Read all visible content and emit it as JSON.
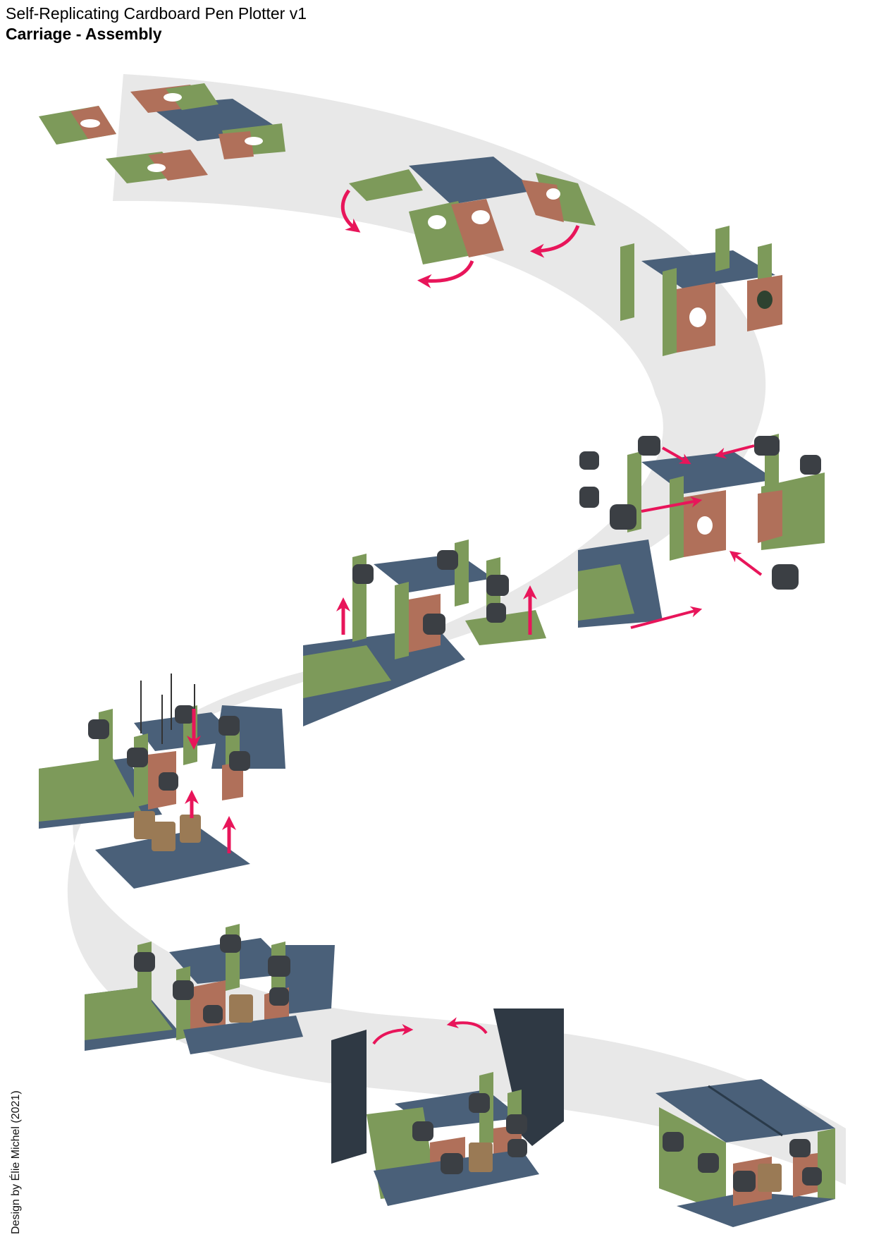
{
  "header": {
    "title": "Self-Replicating Cardboard Pen Plotter v1",
    "subtitle": "Carriage - Assembly"
  },
  "footer": {
    "credit": "Design by Élie Michel (2021)"
  },
  "colors": {
    "path_band": "#e8e8e8",
    "panel_blue": "#4a6079",
    "panel_green": "#7d9a5a",
    "panel_copper": "#b0705a",
    "bearing": "#3b3f44",
    "spacer": "#9a7a55",
    "arrow": "#e8155a",
    "dark_panel": "#2f3944"
  },
  "steps": [
    {
      "id": "flat-net"
    },
    {
      "id": "fold-tabs"
    },
    {
      "id": "folded-legs"
    },
    {
      "id": "insert-bearings"
    },
    {
      "id": "mount-on-base"
    },
    {
      "id": "insert-pins-spacers"
    },
    {
      "id": "assembled-carriage"
    },
    {
      "id": "attach-side-covers"
    },
    {
      "id": "closed-carriage"
    }
  ]
}
